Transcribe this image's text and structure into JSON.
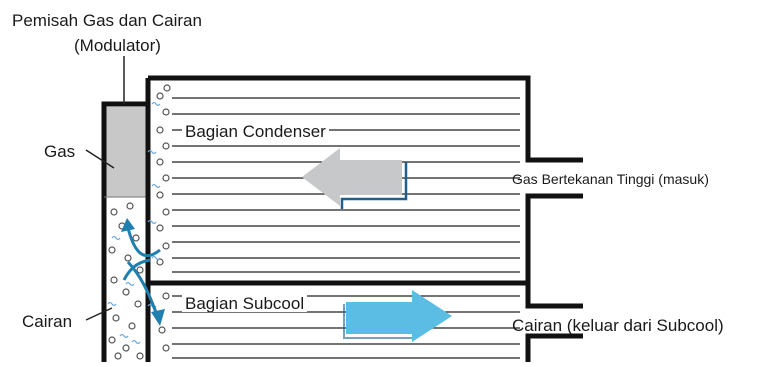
{
  "labels": {
    "separator_line1": "Pemisah Gas dan Cairan",
    "separator_line2": "(Modulator)",
    "gas": "Gas",
    "liquid": "Cairan",
    "condenser_section": "Bagian Condenser",
    "subcool_section": "Bagian Subcool",
    "high_pressure_gas_in": "Gas Bertekanan Tinggi (masuk)",
    "liquid_out": "Cairan (keluar dari Subcool)"
  },
  "colors": {
    "outline": "#111111",
    "gas_fill": "#c8c8c8",
    "condenser_arrow": "#c6c8ca",
    "subcool_arrow": "#5bbde4",
    "flow_arrow": "#1f7fae",
    "bubble": "#555555",
    "wave": "#6aa8d8"
  },
  "icons": {
    "condenser_arrow": "arrow-left-icon",
    "subcool_arrow": "arrow-right-icon",
    "flow_arrows": "curved-flow-arrows-icon"
  }
}
